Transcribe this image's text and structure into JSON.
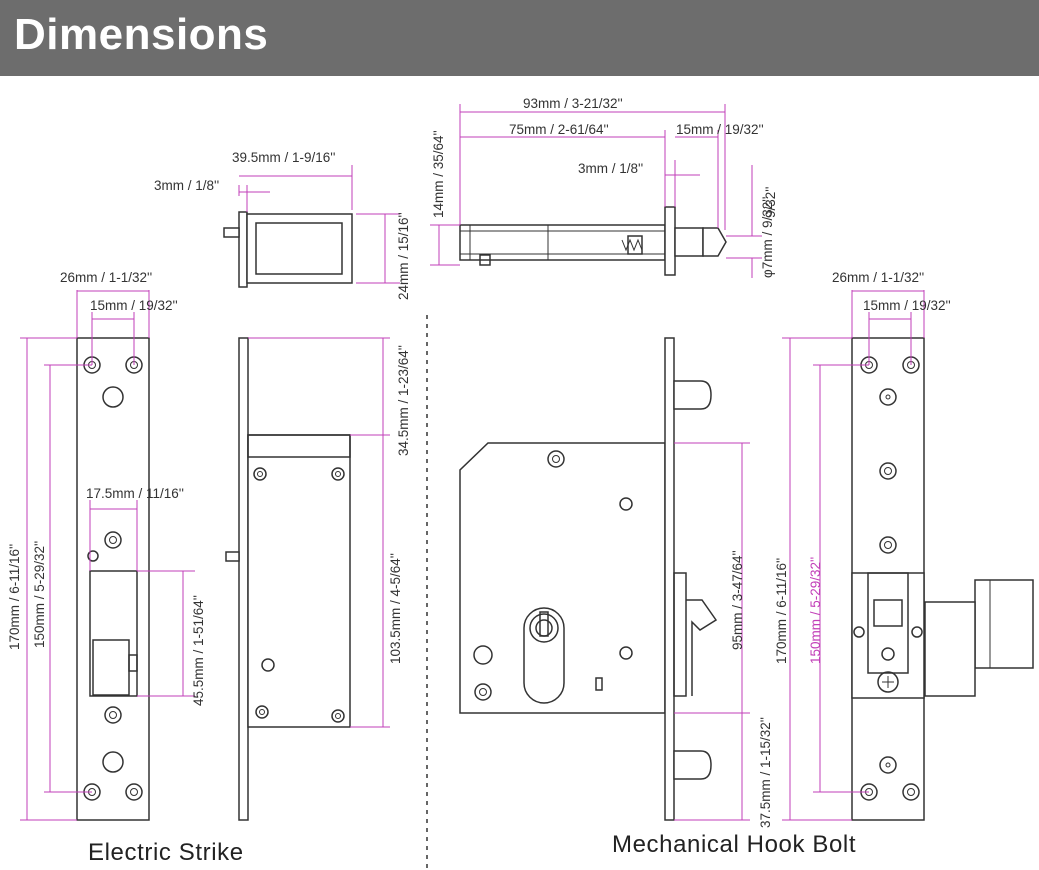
{
  "header": {
    "title": "Dimensions",
    "background": "#6d6d6d"
  },
  "colors": {
    "dimension_line": "#c23fb8",
    "outline": "#333333"
  },
  "captions": {
    "left": "Electric Strike",
    "right": "Mechanical Hook Bolt"
  },
  "electric_strike": {
    "top_view": {
      "width": "39.5mm / 1-9/16''",
      "offset": "3mm / 1/8''",
      "height": "24mm / 15/16''"
    },
    "front_view": {
      "hole_spacing_outer": "26mm / 1-1/32''",
      "hole_spacing_inner": "15mm / 19/32''",
      "opening_width": "17.5mm / 11/16''",
      "total_height": "170mm / 6-11/16''",
      "hole_pitch": "150mm / 5-29/32''",
      "opening_height": "45.5mm / 1-51/64''"
    },
    "side_view": {
      "top_offset": "34.5mm / 1-23/64''",
      "body_height": "103.5mm / 4-5/64''"
    }
  },
  "hook_bolt": {
    "top_view": {
      "total_length": "93mm / 3-21/32''",
      "body_length": "75mm / 2-61/64''",
      "bolt_projection": "15mm / 19/32''",
      "plate_thickness": "3mm / 1/8''",
      "body_thickness": "14mm / 35/64''",
      "bolt_diameter_top": "9/32''",
      "bolt_diameter_bottom": "φ7mm / 9/32''"
    },
    "side_view": {
      "case_height": "95mm / 3-47/64''",
      "bottom_offset": "37.5mm / 1-15/32''"
    },
    "front_view": {
      "hole_spacing_outer": "26mm / 1-1/32''",
      "hole_spacing_inner": "15mm / 19/32''",
      "total_height": "170mm / 6-11/16''",
      "hole_pitch": "150mm / 5-29/32''"
    }
  }
}
